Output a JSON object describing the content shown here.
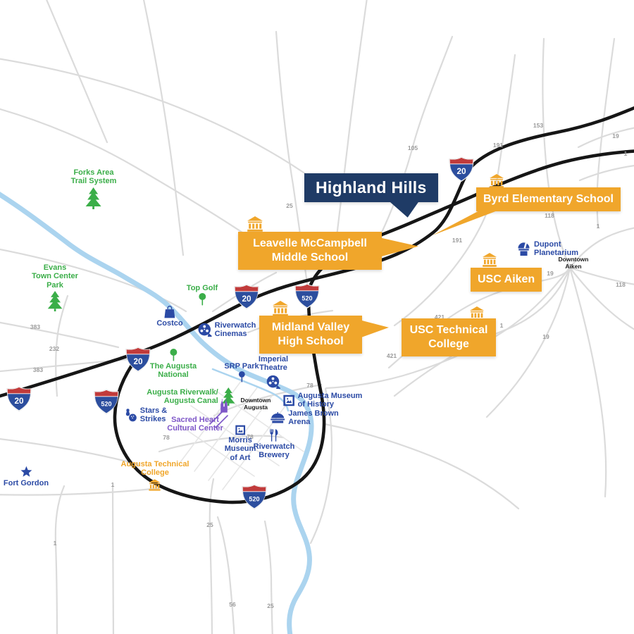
{
  "map_title": "Highland Hills",
  "main_callout": {
    "label": "Highland Hills"
  },
  "callouts": [
    {
      "name": "byrd-elementary-school",
      "lines": [
        "Byrd Elementary School"
      ],
      "icon": "school-building"
    },
    {
      "name": "leavelle-mccampbell-middle-school",
      "lines": [
        "Leavelle McCampbell",
        "Middle School"
      ],
      "icon": "school-building"
    },
    {
      "name": "usc-aiken",
      "lines": [
        "USC Aiken"
      ],
      "icon": "school-building"
    },
    {
      "name": "midland-valley-high-school",
      "lines": [
        "Midland Valley",
        "High School"
      ],
      "icon": "school-building"
    },
    {
      "name": "usc-technical-college",
      "lines": [
        "USC Technical",
        "College"
      ],
      "icon": "school-building"
    }
  ],
  "pois": [
    {
      "name": "forks-area-trail-system",
      "lines": [
        "Forks Area",
        "Trail System"
      ],
      "icon": "tree",
      "color": "green"
    },
    {
      "name": "evans-town-center-park",
      "lines": [
        "Evans",
        "Town Center",
        "Park"
      ],
      "icon": "tree",
      "color": "green"
    },
    {
      "name": "top-golf",
      "lines": [
        "Top Golf"
      ],
      "icon": "pin",
      "color": "green"
    },
    {
      "name": "the-augusta-national",
      "lines": [
        "The Augusta",
        "National"
      ],
      "icon": "pin",
      "color": "green"
    },
    {
      "name": "augusta-riverwalk-augusta-canal",
      "lines": [
        "Augusta Riverwalk/",
        "Augusta Canal"
      ],
      "icon": "tree",
      "color": "green"
    },
    {
      "name": "costco",
      "lines": [
        "Costco"
      ],
      "icon": "shopping-bag",
      "color": "blue"
    },
    {
      "name": "riverwatch-cinemas",
      "lines": [
        "Riverwatch",
        "Cinemas"
      ],
      "icon": "film-reel",
      "color": "blue"
    },
    {
      "name": "srp-park",
      "lines": [
        "SRP Park"
      ],
      "icon": "pin",
      "color": "blue"
    },
    {
      "name": "imperial-theatre",
      "lines": [
        "Imperial",
        "Theatre"
      ],
      "icon": "film-reel",
      "color": "blue"
    },
    {
      "name": "augusta-museum-of-history",
      "lines": [
        "Augusta Museum",
        "of History"
      ],
      "icon": "picture-frame",
      "color": "blue"
    },
    {
      "name": "james-brown-arena",
      "lines": [
        "James Brown",
        "Arena"
      ],
      "icon": "arena",
      "color": "blue"
    },
    {
      "name": "morris-museum-of-art",
      "lines": [
        "Morris",
        "Museum",
        "of Art"
      ],
      "icon": "picture-frame",
      "color": "blue"
    },
    {
      "name": "riverwatch-brewery",
      "lines": [
        "Riverwatch",
        "Brewery"
      ],
      "icon": "fork-knife",
      "color": "blue"
    },
    {
      "name": "stars-and-strikes",
      "lines": [
        "Stars &",
        "Strikes"
      ],
      "icon": "bowling",
      "color": "blue"
    },
    {
      "name": "dupont-planetarium",
      "lines": [
        "Dupont",
        "Planetarium"
      ],
      "icon": "observatory",
      "color": "blue"
    },
    {
      "name": "fort-gordon",
      "lines": [
        "Fort Gordon"
      ],
      "icon": "star",
      "color": "blue"
    },
    {
      "name": "sacred-heart-cultural-center",
      "lines": [
        "Sacred Heart",
        "Cultural Center"
      ],
      "icon": "church",
      "color": "purple"
    },
    {
      "name": "augusta-technical-college",
      "lines": [
        "Augusta Technical",
        "College"
      ],
      "icon": "school-building",
      "color": "orange"
    },
    {
      "name": "downtown-augusta",
      "lines": [
        "Downtown",
        "Augusta"
      ],
      "icon": "none",
      "color": "black"
    },
    {
      "name": "downtown-aiken",
      "lines": [
        "Downtown",
        "Aiken"
      ],
      "icon": "none",
      "color": "black"
    }
  ],
  "highway_shields": [
    {
      "type": "interstate",
      "number": "20"
    },
    {
      "type": "interstate",
      "number": "20"
    },
    {
      "type": "interstate",
      "number": "520"
    },
    {
      "type": "interstate",
      "number": "20"
    },
    {
      "type": "interstate",
      "number": "20"
    },
    {
      "type": "interstate",
      "number": "520"
    },
    {
      "type": "interstate",
      "number": "520"
    }
  ],
  "road_numbers": [
    "105",
    "153",
    "191",
    "19",
    "1",
    "25",
    "118",
    "1",
    "191",
    "19",
    "118",
    "421",
    "1",
    "19",
    "421",
    "78",
    "383",
    "232",
    "383",
    "78",
    "78",
    "1",
    "25",
    "1",
    "56",
    "25"
  ],
  "colors": {
    "navy": "#1F3B66",
    "orange": "#F0A62B",
    "green": "#3BAE49",
    "blue": "#2B4AA5",
    "purple": "#7E57C8",
    "river_blue": "#ABD4EF",
    "minor_road_gray": "#DBDBDB",
    "highway_black": "#161616",
    "road_number_gray": "#9A9A9A",
    "shield_blue": "#2C4E9E",
    "shield_red": "#C13B3B"
  }
}
